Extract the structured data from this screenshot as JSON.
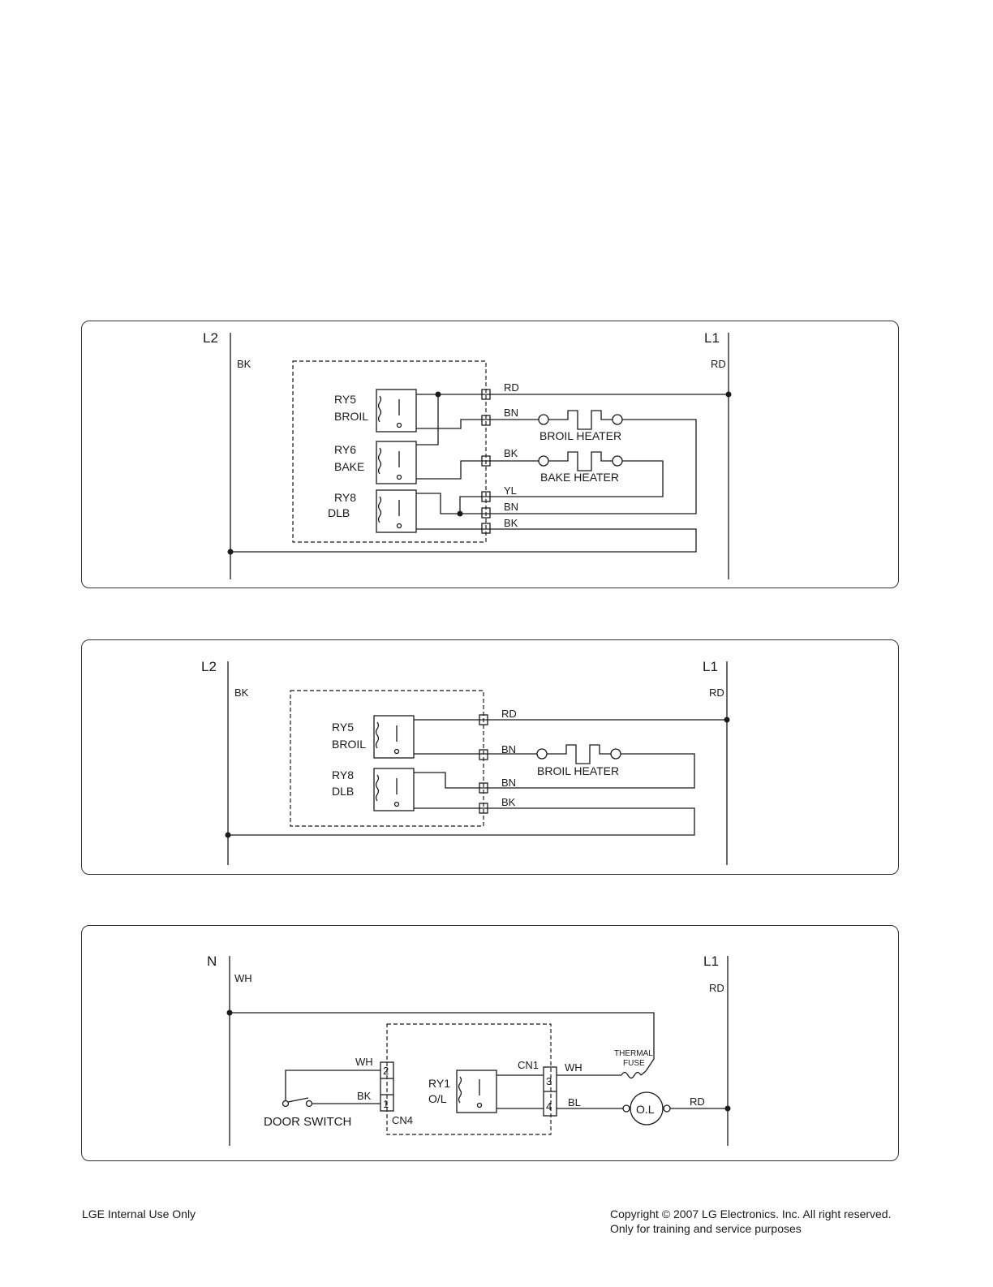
{
  "diagram1": {
    "left_bus": "L2",
    "left_wire": "BK",
    "right_bus": "L1",
    "right_wire": "RD",
    "relays": [
      {
        "id": "RY5",
        "name": "BROIL"
      },
      {
        "id": "RY6",
        "name": "BAKE"
      },
      {
        "id": "RY8",
        "name": "DLB"
      }
    ],
    "wires": [
      "RD",
      "BN",
      "BK",
      "YL",
      "BN",
      "BK"
    ],
    "heaters": [
      "BROIL HEATER",
      "BAKE HEATER"
    ]
  },
  "diagram2": {
    "left_bus": "L2",
    "left_wire": "BK",
    "right_bus": "L1",
    "right_wire": "RD",
    "relays": [
      {
        "id": "RY5",
        "name": "BROIL"
      },
      {
        "id": "RY8",
        "name": "DLB"
      }
    ],
    "wires": [
      "RD",
      "BN",
      "BN",
      "BK"
    ],
    "heaters": [
      "BROIL HEATER"
    ]
  },
  "diagram3": {
    "left_bus": "N",
    "left_wire": "WH",
    "right_bus": "L1",
    "right_wire": "RD",
    "door_switch": "DOOR SWITCH",
    "cn4": {
      "label": "CN4",
      "pins": [
        "2",
        "1"
      ],
      "wires": [
        "WH",
        "BK"
      ]
    },
    "relay": {
      "id": "RY1",
      "name": "O/L"
    },
    "cn1": {
      "label": "CN1",
      "pins": [
        "3",
        "4"
      ],
      "wires": [
        "WH",
        "BL"
      ]
    },
    "thermal_fuse": [
      "THERMAL",
      "FUSE"
    ],
    "motor": "O.L",
    "motor_wire": "RD"
  },
  "footer": {
    "left": "LGE Internal Use Only",
    "right_line1": "Copyright © 2007 LG Electronics. Inc. All right reserved.",
    "right_line2": "Only for training and service purposes"
  }
}
